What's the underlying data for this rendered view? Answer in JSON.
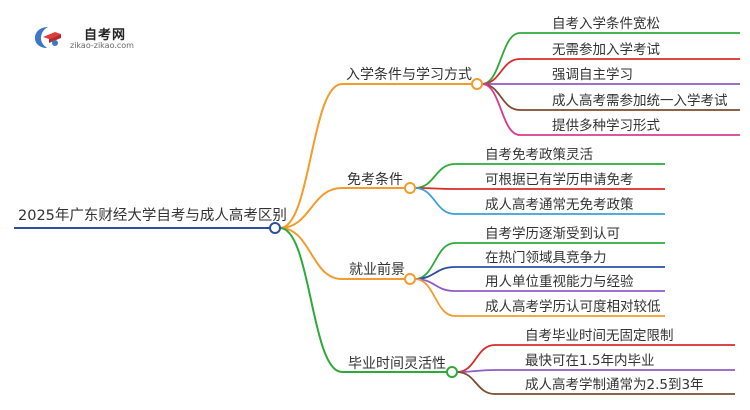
{
  "logo": {
    "name": "自考网",
    "url": "zikao-zikao.com"
  },
  "root": {
    "label": "2025年广东财经大学自考与成人高考区别"
  },
  "branches": [
    {
      "label": "入学条件与学习方式",
      "color": "#f39c2b",
      "children": [
        {
          "label": "自考入学条件宽松",
          "color": "#2eaa3a"
        },
        {
          "label": "无需参加入学考试",
          "color": "#d92b2b"
        },
        {
          "label": "强调自主学习",
          "color": "#8e5bc7"
        },
        {
          "label": "成人高考需参加统一入学考试",
          "color": "#7d4c2e"
        },
        {
          "label": "提供多种学习形式",
          "color": "#d93b8f"
        }
      ]
    },
    {
      "label": "免考条件",
      "color": "#f39c2b",
      "children": [
        {
          "label": "自考免考政策灵活",
          "color": "#2eaa3a"
        },
        {
          "label": "可根据已有学历申请免考",
          "color": "#d92b2b"
        },
        {
          "label": "成人高考通常无免考政策",
          "color": "#3aa0d8"
        }
      ]
    },
    {
      "label": "就业前景",
      "color": "#f39c2b",
      "children": [
        {
          "label": "自考学历逐渐受到认可",
          "color": "#2eaa3a"
        },
        {
          "label": "在热门领域具竞争力",
          "color": "#2b4fa0"
        },
        {
          "label": "用人单位重视能力与经验",
          "color": "#8e5bc7"
        },
        {
          "label": "成人高考学历认可度相对较低",
          "color": "#f39c2b"
        }
      ]
    },
    {
      "label": "毕业时间灵活性",
      "color": "#2eaa3a",
      "children": [
        {
          "label": "自考毕业时间无固定限制",
          "color": "#d92b2b"
        },
        {
          "label": "最快可在1.5年内毕业",
          "color": "#8e5bc7"
        },
        {
          "label": "成人高考学制通常为2.5到3年",
          "color": "#7d4c2e"
        }
      ]
    }
  ],
  "colors": {
    "root_line": "#2b4fa0",
    "text": "#333333"
  }
}
